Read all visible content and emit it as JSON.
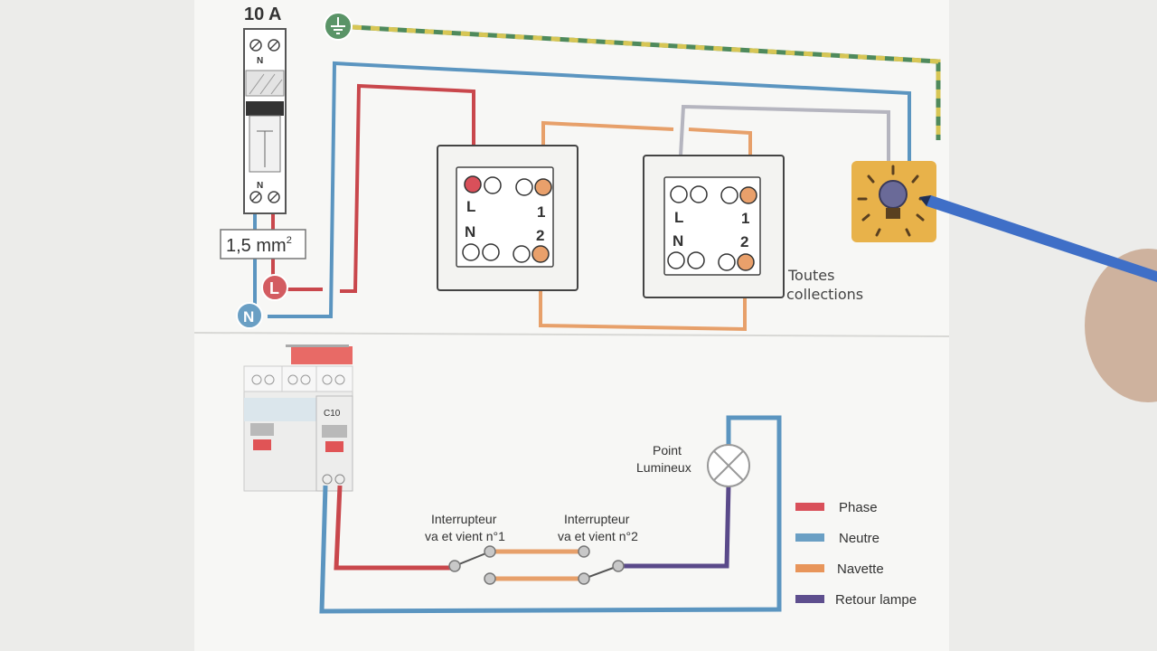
{
  "breaker": {
    "rating": "10 A",
    "terminal_n_top": "N",
    "terminal_n_bottom": "N",
    "cable_section": "1,5 mm",
    "cable_section_sup": "2"
  },
  "terminal_badges": {
    "line": "L",
    "neutral": "N"
  },
  "switch_1": {
    "L": "L",
    "N": "N",
    "t1": "1",
    "t2": "2"
  },
  "switch_2": {
    "L": "L",
    "N": "N",
    "t1": "1",
    "t2": "2"
  },
  "switch_note": {
    "line1": "Toutes",
    "line2": "collections"
  },
  "panel": {
    "breaker_label": "C10"
  },
  "schematic": {
    "point_label_1": "Point",
    "point_label_2": "Lumineux",
    "switch1_label_1": "Interrupteur",
    "switch1_label_2": "va et vient n°1",
    "switch2_label_1": "Interrupteur",
    "switch2_label_2": "va et vient n°2"
  },
  "legend": [
    {
      "label": "Phase",
      "color": "#d9505a"
    },
    {
      "label": "Neutre",
      "color": "#6a9fc4"
    },
    {
      "label": "Navette",
      "color": "#e8955a"
    },
    {
      "label": "Retour lampe",
      "color": "#5e4f8e"
    }
  ],
  "colors": {
    "phase": "#c9474c",
    "neutral": "#5b95c0",
    "navette": "#e7a06a",
    "return": "#5a4a8a",
    "earth_green": "#4f8a5c",
    "earth_yellow": "#d7c655",
    "lamp_box": "#e8b24a"
  }
}
